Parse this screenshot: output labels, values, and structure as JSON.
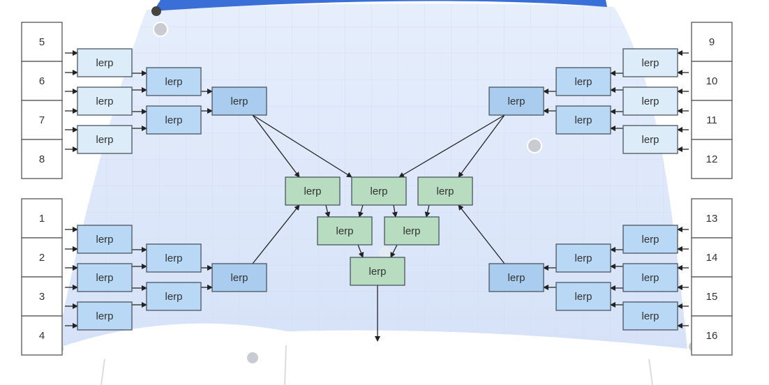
{
  "diagram": {
    "node_label": "lerp",
    "input_labels": [
      "1",
      "2",
      "3",
      "4",
      "5",
      "6",
      "7",
      "8",
      "9",
      "10",
      "11",
      "12",
      "13",
      "14",
      "15",
      "16"
    ],
    "colors": {
      "level1": "#dcecf8",
      "level2": "#b9d8f5",
      "level3": "#a9ccef",
      "center": "#b7dcc0",
      "box_stroke": "#4a5560",
      "input_box": "#ffffff",
      "arrow": "#222222",
      "backdrop": "#dfe9fb"
    }
  }
}
